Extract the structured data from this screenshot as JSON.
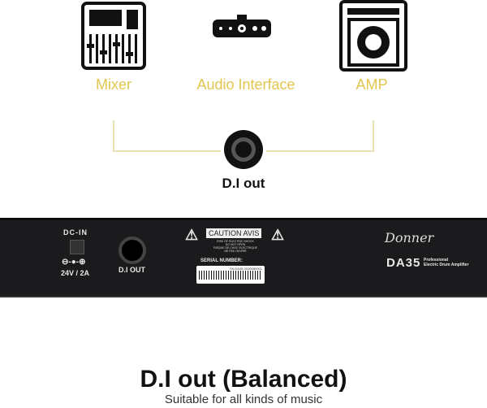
{
  "devices": [
    {
      "label": "Mixer",
      "icon": "mixer-icon"
    },
    {
      "label": "Audio Interface",
      "icon": "audio-interface-icon"
    },
    {
      "label": "AMP",
      "icon": "amp-icon"
    }
  ],
  "connector_label": "D.I out",
  "panel": {
    "dc_in": "DC-IN",
    "power_spec": "24V / 2A",
    "di_out": "D.I OUT",
    "caution": "CAUTION AVIS",
    "warning_lines": [
      "RISK OF ELECTRIC SHOCK",
      "DO NOT OPEN",
      "RISQUE DE CHOC ELECTRIQUE",
      "NE PAS OUVRIR"
    ],
    "serial_label": "SERIAL NUMBER:",
    "serial_value": "SN:DA35 2020080001",
    "brand": "Donner",
    "model": "DA35",
    "model_desc_1": "Professional",
    "model_desc_2": "Electric Drum Amplifier"
  },
  "title": "D.I out (Balanced)",
  "subtitle": "Suitable for all kinds of music",
  "colors": {
    "accent": "#e2c64e",
    "panel": "#1b1b1d"
  }
}
